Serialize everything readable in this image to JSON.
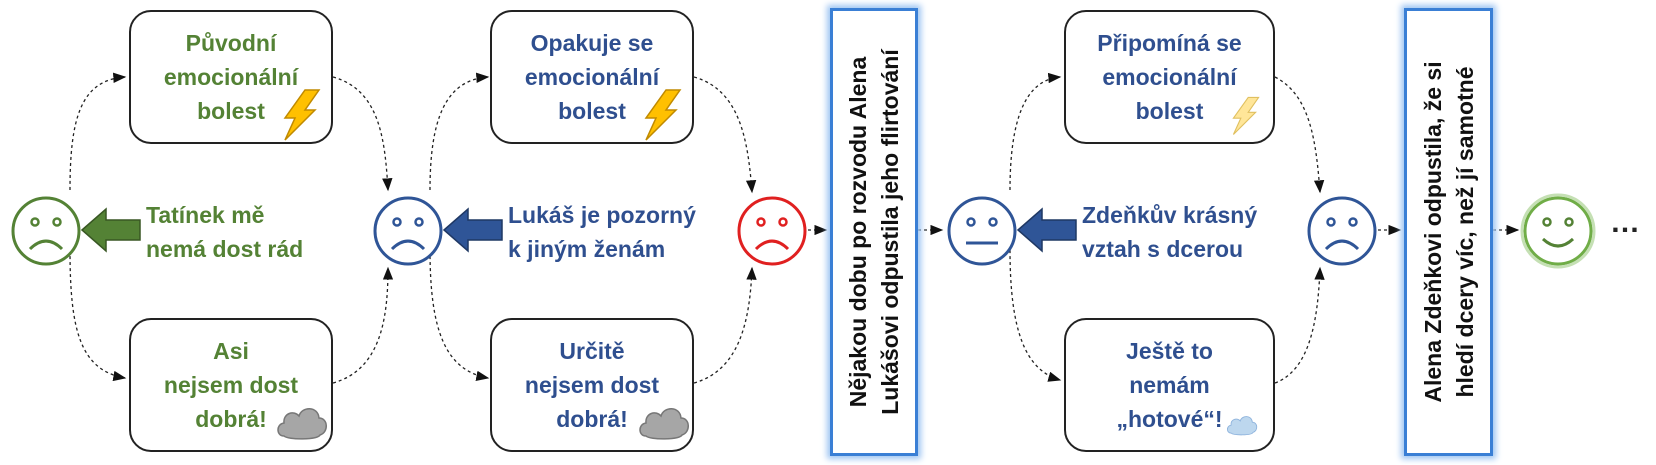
{
  "boxes": {
    "b1": [
      "Původní",
      "emocionální",
      "bolest"
    ],
    "b2": [
      "Asi",
      "nejsem dost",
      "dobrá!"
    ],
    "b3": [
      "Opakuje se",
      "emocionální",
      "bolest"
    ],
    "b4": [
      "Určitě",
      "nejsem dost",
      "dobrá!"
    ],
    "b5": [
      "Připomíná se",
      "emocionální",
      "bolest"
    ],
    "b6": [
      "Ještě to",
      "nemám",
      "„hotové“!"
    ]
  },
  "labels": {
    "l1": [
      "Tatínek mě",
      "nemá dost rád"
    ],
    "l2": [
      "Lukáš je pozorný",
      "k jiným ženám"
    ],
    "l3": [
      "Zdeňkův krásný",
      "vztah s dcerou"
    ]
  },
  "vertical": {
    "v1": [
      "Nějakou dobu po rozvodu Alena",
      "Lukášovi odpustila jeho flirtování"
    ],
    "v2": [
      "Alena Zdeňkovi odpustila, že si",
      "hledí dcery víc, než jí samotné"
    ]
  },
  "ellipsis": "…",
  "colors": {
    "green": "#548235",
    "blue": "#2f4f8f",
    "red": "#e02020",
    "highlight": "#3a7fd5"
  },
  "icons": [
    "lightning-icon",
    "storm-cloud-icon",
    "sad-face-icon",
    "neutral-face-icon",
    "happy-face-icon"
  ]
}
